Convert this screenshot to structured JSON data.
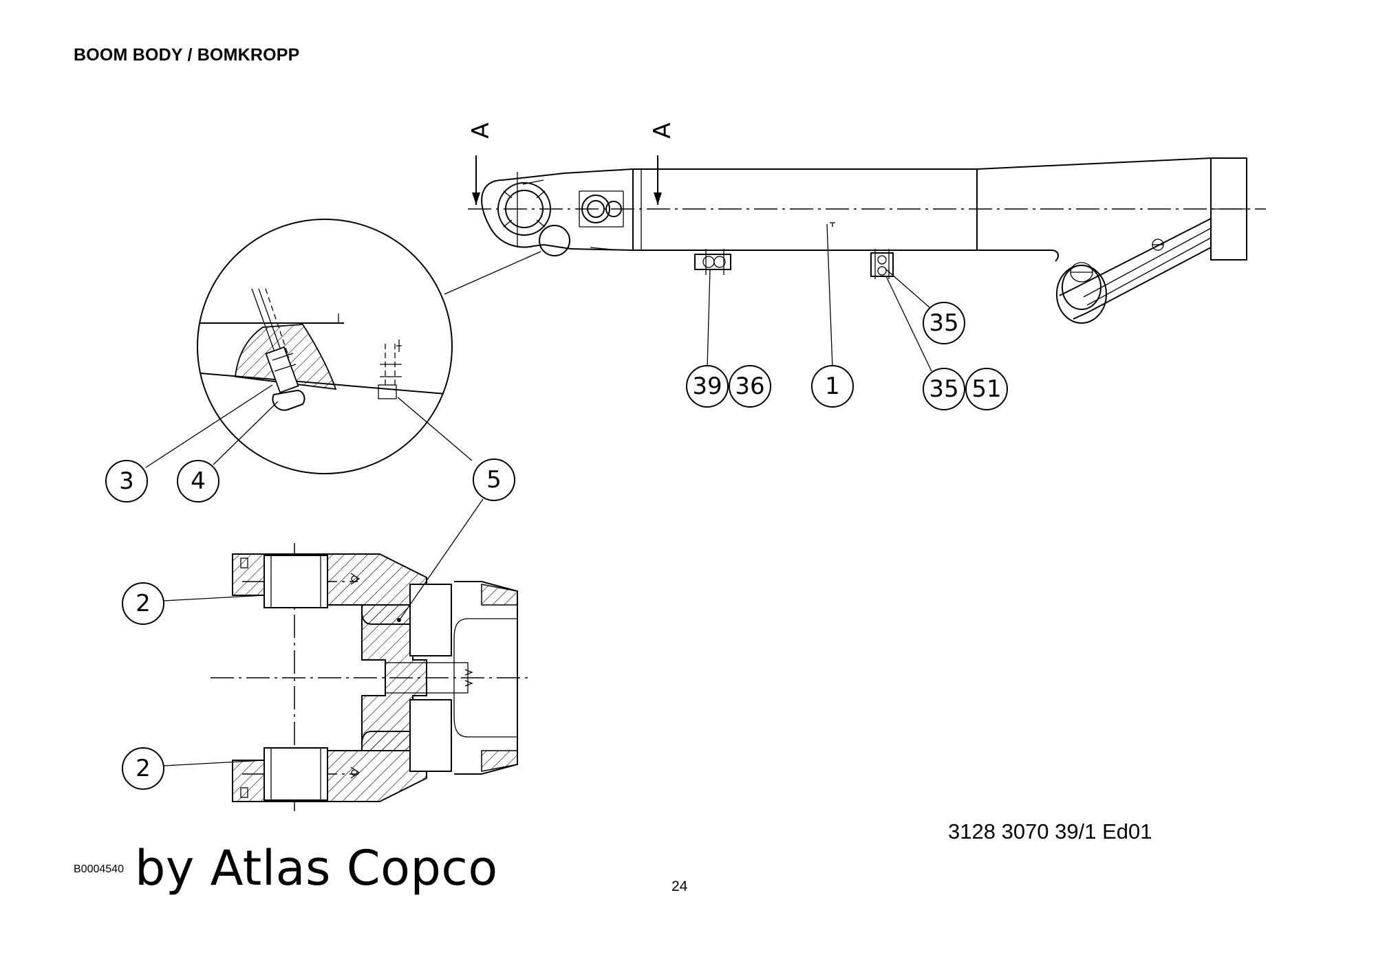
{
  "header": {
    "title": "BOOM BODY / BOMKROPP"
  },
  "footer": {
    "doc_number": "3128 3070 39/1  Ed01",
    "image_id": "B0004540",
    "watermark": "by Atlas Copco",
    "page_number": "24"
  },
  "drawing": {
    "section_markers": [
      "A",
      "A"
    ],
    "balloons": [
      {
        "id": "b39",
        "label": "39"
      },
      {
        "id": "b36",
        "label": "36"
      },
      {
        "id": "b1",
        "label": "1"
      },
      {
        "id": "b35-top",
        "label": "35"
      },
      {
        "id": "b35-bottom",
        "label": "35"
      },
      {
        "id": "b51",
        "label": "51"
      },
      {
        "id": "b3",
        "label": "3"
      },
      {
        "id": "b4",
        "label": "4"
      },
      {
        "id": "b5",
        "label": "5"
      },
      {
        "id": "b2-top",
        "label": "2"
      },
      {
        "id": "b2-bottom",
        "label": "2"
      }
    ]
  }
}
